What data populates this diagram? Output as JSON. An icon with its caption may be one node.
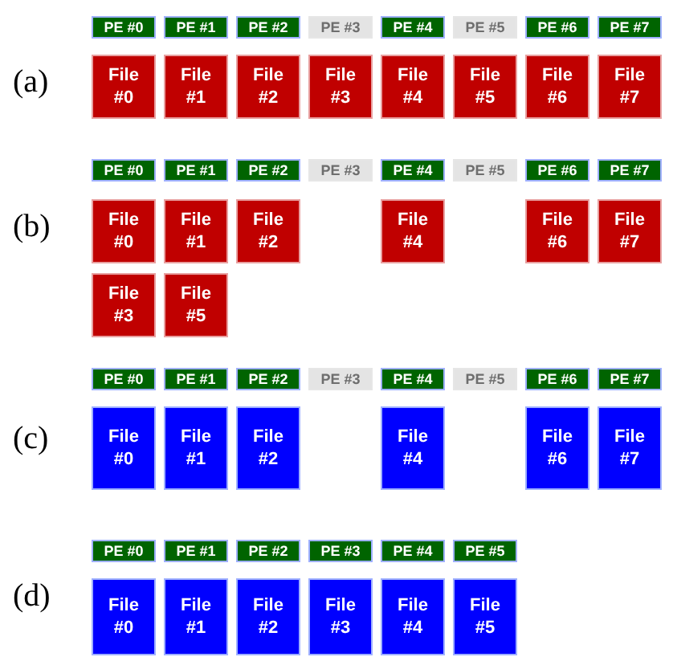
{
  "diagram": {
    "nodes": [
      {
        "text": [
          "PE #0"
        ]
      },
      {
        "text": [
          "PE #1"
        ]
      },
      {
        "text": [
          "PE #2"
        ]
      },
      {
        "text": [
          "PE #3"
        ]
      },
      {
        "text": [
          "PE #4"
        ]
      },
      {
        "text": [
          "PE #5"
        ]
      },
      {
        "text": [
          "PE #6"
        ]
      },
      {
        "text": [
          "PE #7"
        ]
      },
      {
        "text": [
          "File #0"
        ]
      },
      {
        "text": [
          "File #1"
        ]
      },
      {
        "text": [
          "File #2"
        ]
      },
      {
        "text": [
          "File #3"
        ]
      },
      {
        "text": [
          "File #4"
        ]
      },
      {
        "text": [
          "File #5"
        ]
      },
      {
        "text": [
          "File #6"
        ]
      },
      {
        "text": [
          "File #7"
        ]
      },
      {
        "text": [
          "PE #0"
        ]
      },
      {
        "text": [
          "PE #1"
        ]
      },
      {
        "text": [
          "PE #2"
        ]
      },
      {
        "text": [
          "PE #3"
        ]
      },
      {
        "text": [
          "PE #4"
        ]
      },
      {
        "text": [
          "PE #5"
        ]
      },
      {
        "text": [
          "PE #6"
        ]
      },
      {
        "text": [
          "PE #7"
        ]
      },
      {
        "text": [
          "File #0"
        ]
      },
      {
        "text": [
          "File #1"
        ]
      },
      {
        "text": [
          "File #2"
        ]
      },
      {
        "text": [
          "File #4"
        ]
      },
      {
        "text": [
          "File #6"
        ]
      },
      {
        "text": [
          "File #7"
        ]
      },
      {
        "text": [
          "File #3"
        ]
      },
      {
        "text": [
          "File #5"
        ]
      },
      {
        "text": [
          "PE #0"
        ]
      },
      {
        "text": [
          "PE #1"
        ]
      },
      {
        "text": [
          "PE #2"
        ]
      },
      {
        "text": [
          "PE #3"
        ]
      },
      {
        "text": [
          "PE #4"
        ]
      },
      {
        "text": [
          "PE #5"
        ]
      },
      {
        "text": [
          "PE #6"
        ]
      },
      {
        "text": [
          "PE #7"
        ]
      },
      {
        "text": [
          "File #0"
        ]
      },
      {
        "text": [
          "File #1"
        ]
      },
      {
        "text": [
          "File #2"
        ]
      },
      {
        "text": [
          "File #4"
        ]
      },
      {
        "text": [
          "File #6"
        ]
      },
      {
        "text": [
          "File #7"
        ]
      },
      {
        "text": [
          "PE #0"
        ]
      },
      {
        "text": [
          "PE #1"
        ]
      },
      {
        "text": [
          "PE #2"
        ]
      },
      {
        "text": [
          "PE #3"
        ]
      },
      {
        "text": [
          "PE #4"
        ]
      },
      {
        "text": [
          "PE #5"
        ]
      },
      {
        "text": [
          "File #0"
        ]
      },
      {
        "text": [
          "File #1"
        ]
      },
      {
        "text": [
          "File #2"
        ]
      },
      {
        "text": [
          "File #3"
        ]
      },
      {
        "text": [
          "File #4"
        ]
      },
      {
        "text": [
          "File #5"
        ]
      }
    ],
    "edges": [],
    "labels": [
      "(a)",
      "(b)",
      "(c)",
      "(d)"
    ]
  }
}
